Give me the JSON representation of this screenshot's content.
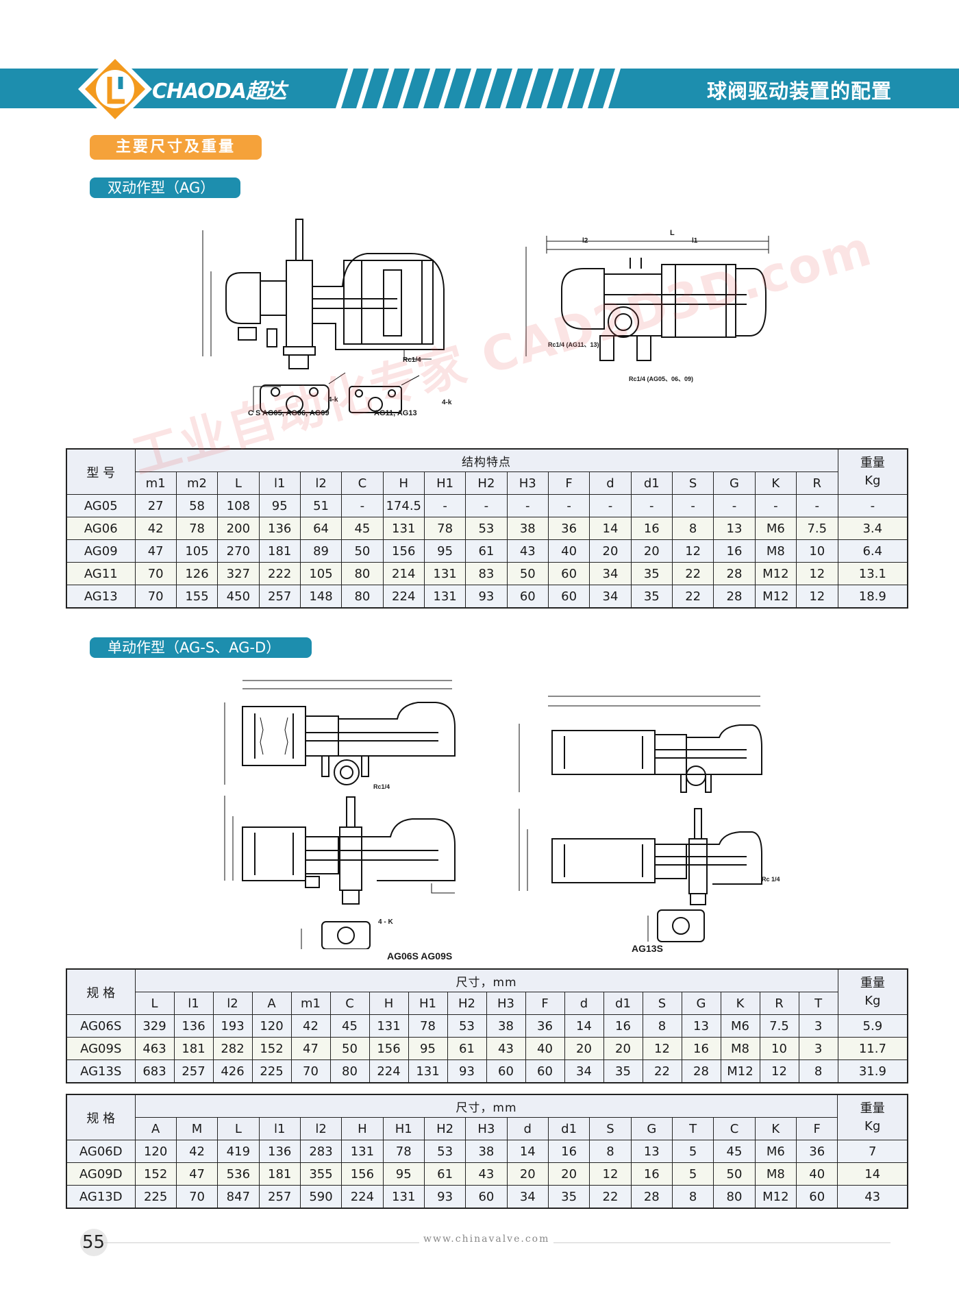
{
  "header": {
    "brand": "CHAODA超达",
    "page_title": "球阀驱动装置的配置",
    "colors": {
      "band": "#1d8eae",
      "accent": "#f5a23a",
      "logo_orange": "#f39a1e"
    }
  },
  "section_title": "主要尺寸及重量",
  "double_acting": {
    "pill": "双动作型（AG）",
    "drawing_labels": {
      "left_caption_1": "C  S AG05, AG06, AG09",
      "left_caption_2": "AG11, AG13",
      "rc_a": "Rc1/4",
      "rc_b": "Rc1/4 (AG11、13)",
      "rc_c": "Rc1/4 (AG05、06、09)",
      "k": "4-k",
      "k2": "4-k",
      "L": "L",
      "l1": "l1",
      "l2": "l2"
    },
    "table": {
      "model_header": "型 号",
      "group_header": "结构特点",
      "weight_header_1": "重量",
      "weight_header_2": "Kg",
      "columns": [
        "m1",
        "m2",
        "L",
        "l1",
        "l2",
        "C",
        "H",
        "H1",
        "H2",
        "H3",
        "F",
        "d",
        "d1",
        "S",
        "G",
        "K",
        "R"
      ],
      "rows": [
        {
          "model": "AG05",
          "values": [
            "27",
            "58",
            "108",
            "95",
            "51",
            "-",
            "174.5",
            "-",
            "-",
            "-",
            "-",
            "-",
            "-",
            "-",
            "-",
            "-",
            "-"
          ],
          "weight": "-"
        },
        {
          "model": "AG06",
          "values": [
            "42",
            "78",
            "200",
            "136",
            "64",
            "45",
            "131",
            "78",
            "53",
            "38",
            "36",
            "14",
            "16",
            "8",
            "13",
            "M6",
            "7.5"
          ],
          "weight": "3.4"
        },
        {
          "model": "AG09",
          "values": [
            "47",
            "105",
            "270",
            "181",
            "89",
            "50",
            "156",
            "95",
            "61",
            "43",
            "40",
            "20",
            "20",
            "12",
            "16",
            "M8",
            "10"
          ],
          "weight": "6.4"
        },
        {
          "model": "AG11",
          "values": [
            "70",
            "126",
            "327",
            "222",
            "105",
            "80",
            "214",
            "131",
            "83",
            "50",
            "60",
            "34",
            "35",
            "22",
            "28",
            "M12",
            "12"
          ],
          "weight": "13.1"
        },
        {
          "model": "AG13",
          "values": [
            "70",
            "155",
            "450",
            "257",
            "148",
            "80",
            "224",
            "131",
            "93",
            "60",
            "60",
            "34",
            "35",
            "22",
            "28",
            "M12",
            "12"
          ],
          "weight": "18.9"
        }
      ]
    }
  },
  "single_acting": {
    "pill": "单动作型（AG-S、AG-D）",
    "drawing_labels": {
      "left_caption": "AG06S  AG09S",
      "right_caption": "AG13S",
      "rc": "Rc1/4",
      "rc2": "Rc 1/4",
      "k": "4 - K"
    },
    "table_s": {
      "model_header": "规 格",
      "group_header": "尺寸，mm",
      "weight_header_1": "重量",
      "weight_header_2": "Kg",
      "columns": [
        "L",
        "l1",
        "l2",
        "A",
        "m1",
        "C",
        "H",
        "H1",
        "H2",
        "H3",
        "F",
        "d",
        "d1",
        "S",
        "G",
        "K",
        "R",
        "T"
      ],
      "rows": [
        {
          "model": "AG06S",
          "values": [
            "329",
            "136",
            "193",
            "120",
            "42",
            "45",
            "131",
            "78",
            "53",
            "38",
            "36",
            "14",
            "16",
            "8",
            "13",
            "M6",
            "7.5",
            "3"
          ],
          "weight": "5.9"
        },
        {
          "model": "AG09S",
          "values": [
            "463",
            "181",
            "282",
            "152",
            "47",
            "50",
            "156",
            "95",
            "61",
            "43",
            "40",
            "20",
            "20",
            "12",
            "16",
            "M8",
            "10",
            "3"
          ],
          "weight": "11.7"
        },
        {
          "model": "AG13S",
          "values": [
            "683",
            "257",
            "426",
            "225",
            "70",
            "80",
            "224",
            "131",
            "93",
            "60",
            "60",
            "34",
            "35",
            "22",
            "28",
            "M12",
            "12",
            "8"
          ],
          "weight": "31.9"
        }
      ]
    },
    "table_d": {
      "model_header": "规 格",
      "group_header": "尺寸，mm",
      "weight_header_1": "重量",
      "weight_header_2": "Kg",
      "columns": [
        "A",
        "M",
        "L",
        "l1",
        "l2",
        "H",
        "H1",
        "H2",
        "H3",
        "d",
        "d1",
        "S",
        "G",
        "T",
        "C",
        "K",
        "F"
      ],
      "rows": [
        {
          "model": "AG06D",
          "values": [
            "120",
            "42",
            "419",
            "136",
            "283",
            "131",
            "78",
            "53",
            "38",
            "14",
            "16",
            "8",
            "13",
            "5",
            "45",
            "M6",
            "36"
          ],
          "weight": "7"
        },
        {
          "model": "AG09D",
          "values": [
            "152",
            "47",
            "536",
            "181",
            "355",
            "156",
            "95",
            "61",
            "43",
            "20",
            "20",
            "12",
            "16",
            "5",
            "50",
            "M8",
            "40"
          ],
          "weight": "14"
        },
        {
          "model": "AG13D",
          "values": [
            "225",
            "70",
            "847",
            "257",
            "590",
            "224",
            "131",
            "93",
            "60",
            "34",
            "35",
            "22",
            "28",
            "8",
            "80",
            "M12",
            "60"
          ],
          "weight": "43"
        }
      ]
    }
  },
  "watermark": "工业自动化专家 CAD2D3D.com",
  "footer": {
    "page_number": "55",
    "url": "www.chinavalve.com"
  }
}
